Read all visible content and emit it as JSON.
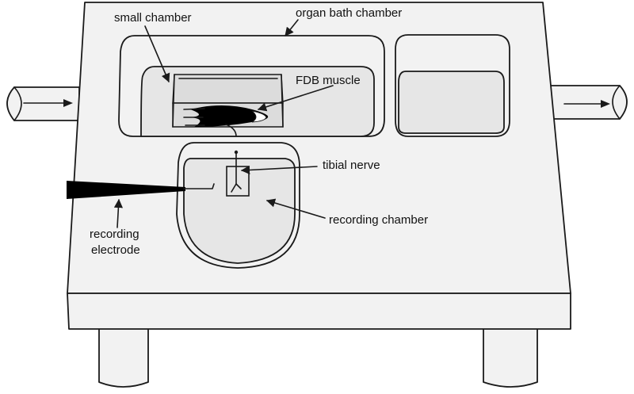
{
  "labels": {
    "small_chamber": "small chamber",
    "organ_bath_chamber": "organ bath chamber",
    "fdb_muscle": "FDB muscle",
    "tibial_nerve": "tibial nerve",
    "recording_chamber": "recording chamber",
    "recording_electrode_line1": "recording",
    "recording_electrode_line2": "electrode"
  },
  "colors": {
    "outline": "#1a1a1a",
    "fill_light": "#f2f2f2",
    "fill_mid": "#e6e6e6",
    "muscle": "#000000"
  }
}
